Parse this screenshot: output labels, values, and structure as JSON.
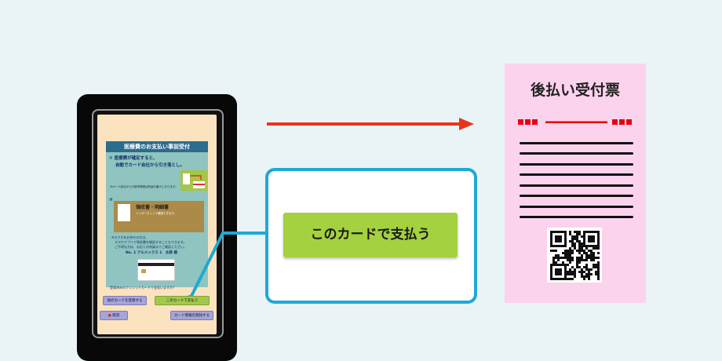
{
  "tablet_screen": {
    "title": "医療費のお支払い事前受付",
    "step1_line1": "① 医療費が確定すると、",
    "step1_line2": "自動でカード会社から引き落とし。",
    "step1_note": "※カード会社からの請求明細は別途お届けになります。",
    "step2_heading": "領収書・明細書",
    "step2_text": "インターネットで確認できます。",
    "smartphone_note_1": "※スマホをお持ちの方は、",
    "smartphone_note_2": "スマホアプリで領収書を確認することもできます。",
    "smartphone_note_3": "ご不明な方は、お近くの係員までご確認ください。",
    "patient_name": "No. 1 アルメックス 1　太郎 様",
    "confirm_question": "登録済みのクレジットカードで支払いますか？",
    "buttons": {
      "register_other_card": "他のカードを登録する",
      "pay_with_this_card": "このカードで支払う",
      "cancel": "取消",
      "delete_card_info": "カード情報を削除する"
    }
  },
  "callout": {
    "pay_button_label": "このカードで支払う"
  },
  "receipt": {
    "title": "後払い受付票"
  },
  "colors": {
    "background": "#eaf3f6",
    "arrow": "#e8341c",
    "callout_border": "#1ea9d6",
    "pay_button": "#a4d13f",
    "receipt": "#fcd3ec",
    "receipt_marks": "#e60012"
  }
}
